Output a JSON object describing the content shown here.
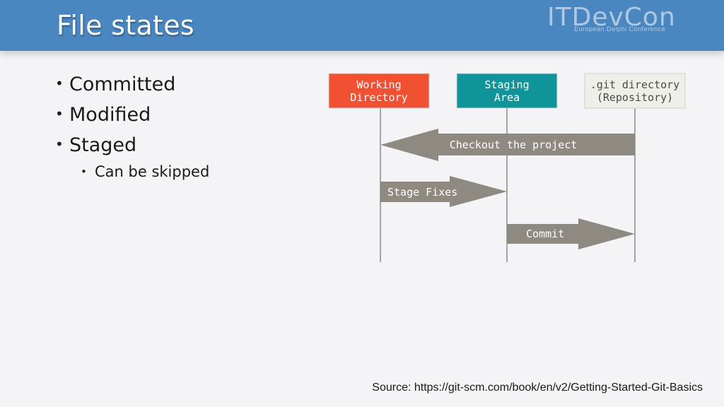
{
  "slide": {
    "title": "File states",
    "logo_main": "ITDevCon",
    "logo_sub": "European Delphi Conference",
    "bullets": [
      {
        "text": "Committed"
      },
      {
        "text": "Modified"
      },
      {
        "text": "Staged",
        "sub": [
          {
            "text": "Can be skipped"
          }
        ]
      }
    ],
    "source": "Source: https://git-scm.com/book/en/v2/Getting-Started-Git-Basics"
  },
  "diagram": {
    "boxes": [
      {
        "id": "working",
        "line1": "Working",
        "line2": "Directory",
        "fill": "#f05133",
        "text_color": "#ffffff"
      },
      {
        "id": "staging",
        "line1": "Staging",
        "line2": "Area",
        "fill": "#0f9599",
        "text_color": "#ffffff"
      },
      {
        "id": "repo",
        "line1": ".git directory",
        "line2": "(Repository)",
        "fill": "#efefea",
        "text_color": "#4a4a4a"
      }
    ],
    "arrows": [
      {
        "id": "checkout",
        "label": "Checkout the project",
        "from": "repo",
        "to": "working"
      },
      {
        "id": "stage-fixes",
        "label": "Stage Fixes",
        "from": "working",
        "to": "staging"
      },
      {
        "id": "commit",
        "label": "Commit",
        "from": "staging",
        "to": "repo"
      }
    ],
    "arrow_color": "#8e8a82",
    "lifeline_color": "#a5a5a5"
  }
}
